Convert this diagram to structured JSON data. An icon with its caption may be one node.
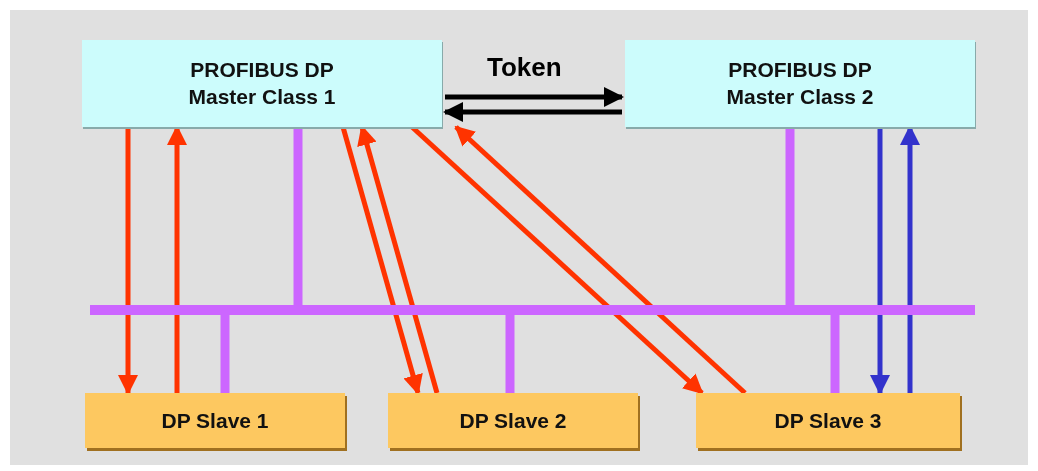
{
  "diagram": {
    "nodes": [
      {
        "text": [
          "PROFIBUS DP Master Class 1"
        ]
      },
      {
        "text": [
          "PROFIBUS DP Master Class 2"
        ]
      },
      {
        "text": [
          "DP Slave 1"
        ]
      },
      {
        "text": [
          "DP Slave 2"
        ]
      },
      {
        "text": [
          "DP Slave 3"
        ]
      },
      {
        "text": [],
        "shape": "bar"
      }
    ],
    "edges": [
      {
        "from": 0,
        "to": 1,
        "arrow": "to",
        "label": "Token",
        "color": "#000000"
      },
      {
        "from": 1,
        "to": 0,
        "arrow": "to",
        "color": "#000000"
      },
      {
        "from": 0,
        "to": 5,
        "arrow": "none",
        "style": "thick",
        "color": "#cc66ff"
      },
      {
        "from": 1,
        "to": 5,
        "arrow": "none",
        "style": "thick",
        "color": "#cc66ff"
      },
      {
        "from": 5,
        "to": 2,
        "arrow": "none",
        "style": "thick",
        "color": "#cc66ff"
      },
      {
        "from": 5,
        "to": 3,
        "arrow": "none",
        "style": "thick",
        "color": "#cc66ff"
      },
      {
        "from": 5,
        "to": 4,
        "arrow": "none",
        "style": "thick",
        "color": "#cc66ff"
      },
      {
        "from": 0,
        "to": 2,
        "arrow": "to"
      },
      {
        "from": 2,
        "to": 0,
        "arrow": "to"
      },
      {
        "from": 0,
        "to": 3,
        "arrow": "to"
      },
      {
        "from": 3,
        "to": 0,
        "arrow": "to"
      },
      {
        "from": 0,
        "to": 4,
        "arrow": "to"
      },
      {
        "from": 4,
        "to": 0,
        "arrow": "to"
      },
      {
        "from": 1,
        "to": 4,
        "arrow": "to",
        "color": "#3333cc"
      },
      {
        "from": 4,
        "to": 1,
        "arrow": "to",
        "color": "#3333cc"
      }
    ]
  }
}
